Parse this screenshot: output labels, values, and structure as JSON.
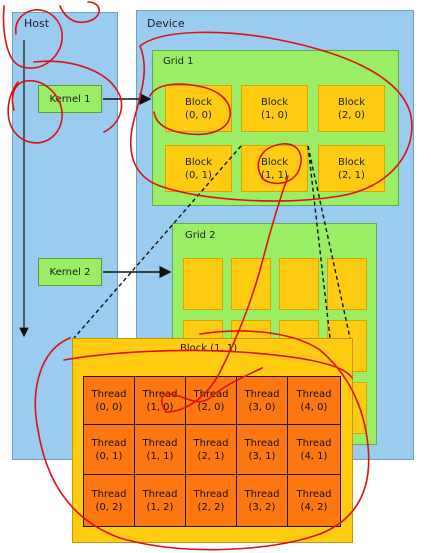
{
  "host": {
    "title": "Host"
  },
  "device": {
    "title": "Device"
  },
  "kernels": [
    {
      "label": "Kernel 1"
    },
    {
      "label": "Kernel 2"
    }
  ],
  "grid1": {
    "title": "Grid 1",
    "blocks": [
      {
        "name": "Block",
        "coord": "(0, 0)"
      },
      {
        "name": "Block",
        "coord": "(1, 0)"
      },
      {
        "name": "Block",
        "coord": "(2, 0)"
      },
      {
        "name": "Block",
        "coord": "(0, 1)"
      },
      {
        "name": "Block",
        "coord": "(1, 1)"
      },
      {
        "name": "Block",
        "coord": "(2, 1)"
      }
    ]
  },
  "grid2": {
    "title": "Grid 2"
  },
  "block_detail": {
    "title": "Block (1, 1)",
    "threads": [
      {
        "name": "Thread",
        "coord": "(0, 0)"
      },
      {
        "name": "Thread",
        "coord": "(1, 0)"
      },
      {
        "name": "Thread",
        "coord": "(2, 0)"
      },
      {
        "name": "Thread",
        "coord": "(3, 0)"
      },
      {
        "name": "Thread",
        "coord": "(4, 0)"
      },
      {
        "name": "Thread",
        "coord": "(0, 1)"
      },
      {
        "name": "Thread",
        "coord": "(1, 1)"
      },
      {
        "name": "Thread",
        "coord": "(2, 1)"
      },
      {
        "name": "Thread",
        "coord": "(3, 1)"
      },
      {
        "name": "Thread",
        "coord": "(4, 1)"
      },
      {
        "name": "Thread",
        "coord": "(0, 2)"
      },
      {
        "name": "Thread",
        "coord": "(1, 2)"
      },
      {
        "name": "Thread",
        "coord": "(2, 2)"
      },
      {
        "name": "Thread",
        "coord": "(3, 2)"
      },
      {
        "name": "Thread",
        "coord": "(4, 2)"
      }
    ]
  },
  "colors": {
    "panel": "#99ccee",
    "grid": "#99ee66",
    "block": "#ffcc11",
    "thread": "#ff7711",
    "annotation": "#dd1111"
  }
}
